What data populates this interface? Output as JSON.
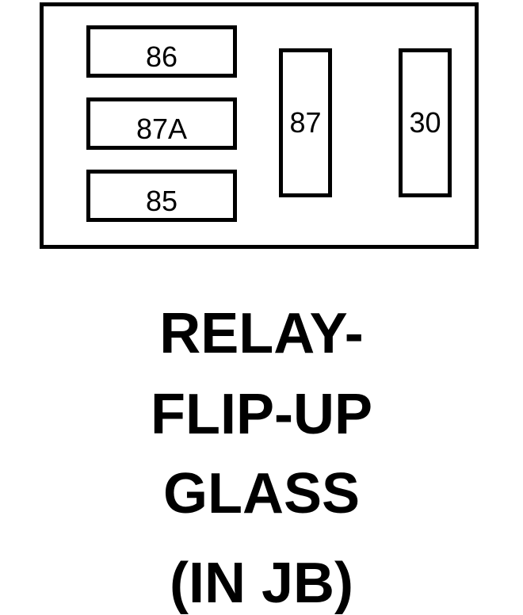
{
  "diagram": {
    "pins": {
      "p86": "86",
      "p87a": "87A",
      "p85": "85",
      "p87": "87",
      "p30": "30"
    },
    "label": {
      "line1": "RELAY-",
      "line2": "FLIP-UP",
      "line3": "GLASS",
      "line4": "(IN JB)"
    }
  }
}
